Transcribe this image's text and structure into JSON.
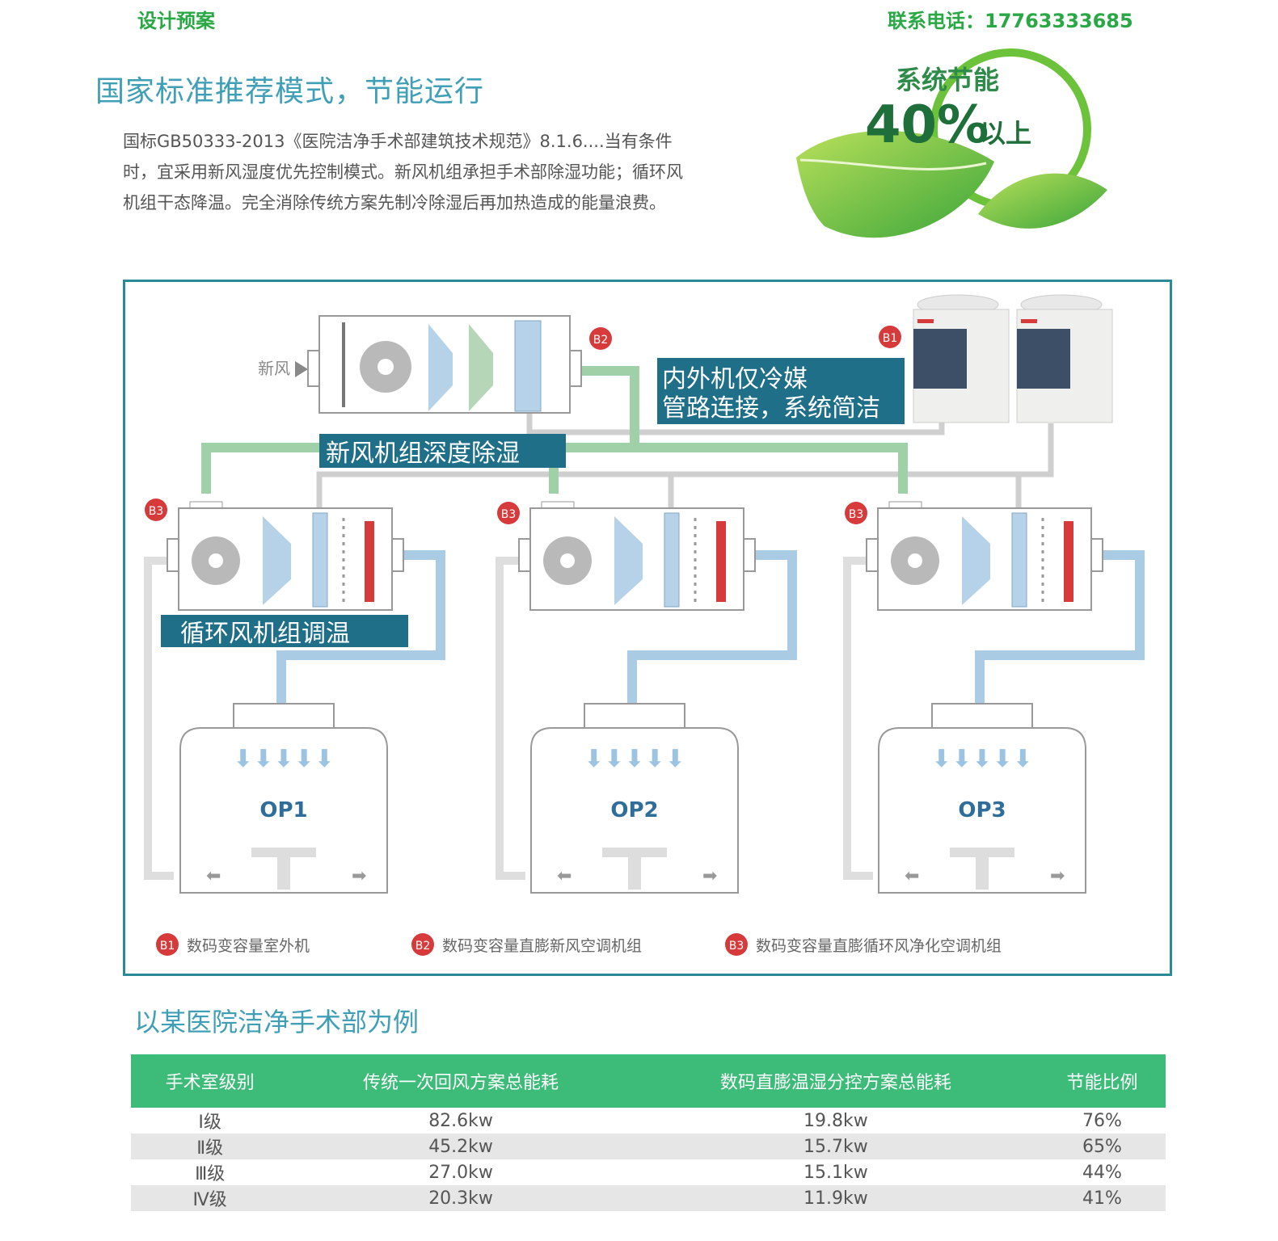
{
  "header": {
    "left": "设计预案",
    "right": "联系电话：17763333685"
  },
  "section1": {
    "title": "国家标准推荐模式，节能运行",
    "paragraph_lines": [
      "国标GB50333-2013《医院洁净手术部建筑技术规范》8.1.6....当有条件",
      "时，宜采用新风湿度优先控制模式。新风机组承担手术部除湿功能；循环风",
      "机组干态降温。完全消除传统方案先制冷除湿后再加热造成的能量浪费。"
    ]
  },
  "badge": {
    "line1": "系统节能",
    "percent": "40%",
    "suffix": "以上"
  },
  "diagram": {
    "fresh_air_label": "新风",
    "b1": "B1",
    "b2": "B2",
    "b3": "B3",
    "outdoor_caption_line1": "内外机仅冷媒",
    "outdoor_caption_line2": "管路连接，系统简洁",
    "fresh_unit_caption": "新风机组深度除湿",
    "recirc_caption": "循环风机组调温",
    "rooms": [
      "OP1",
      "OP2",
      "OP3"
    ],
    "legend": [
      {
        "code": "B1",
        "text": "数码变容量室外机"
      },
      {
        "code": "B2",
        "text": "数码变容量直膨新风空调机组"
      },
      {
        "code": "B3",
        "text": "数码变容量直膨循环风净化空调机组"
      }
    ],
    "colors": {
      "green_pipe": "#9fd0a8",
      "gray_pipe": "#cfcfcf",
      "blue_pipe": "#a9cbe3",
      "caption_bg": "#1f6f88",
      "badge_red": "#d63a3a"
    }
  },
  "section2": {
    "title": "以某医院洁净手术部为例"
  },
  "table": {
    "headers": [
      "手术室级别",
      "传统一次回风方案总能耗",
      "数码直膨温湿分控方案总能耗",
      "节能比例"
    ],
    "rows": [
      [
        "Ⅰ级",
        "82.6kw",
        "19.8kw",
        "76%"
      ],
      [
        "Ⅱ级",
        "45.2kw",
        "15.7kw",
        "65%"
      ],
      [
        "Ⅲ级",
        "27.0kw",
        "15.1kw",
        "44%"
      ],
      [
        "Ⅳ级",
        "20.3kw",
        "11.9kw",
        "41%"
      ]
    ]
  }
}
